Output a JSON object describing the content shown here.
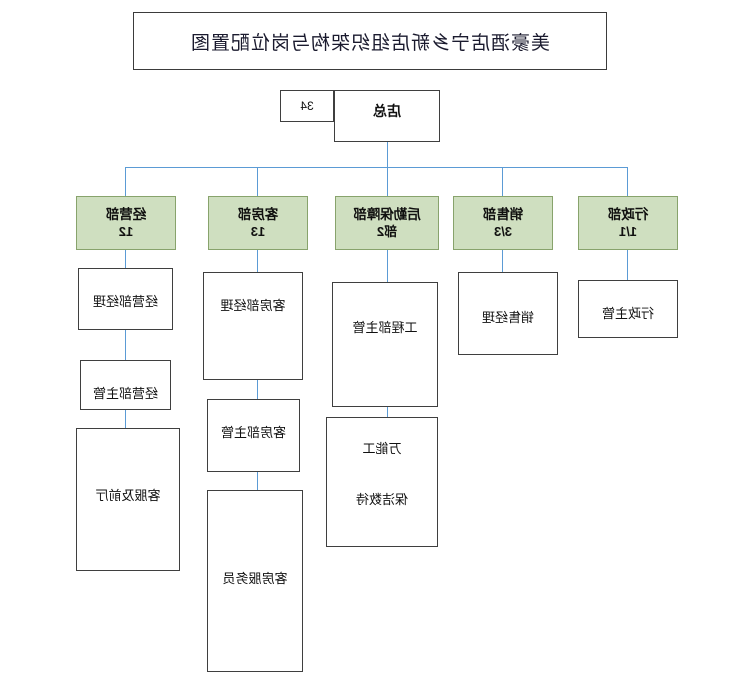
{
  "diagram": {
    "title": "美豪酒店宁乡新店组织架构与岗位配置图",
    "type": "org-chart",
    "root": {
      "label": "店总",
      "headcount": "34"
    },
    "departments": [
      {
        "name": "经营部",
        "headcount": "12",
        "positions": [
          "经营部经理",
          "经营部主管",
          "客服及前厅"
        ]
      },
      {
        "name": "客房部",
        "headcount": "13",
        "positions": [
          "客房部经理",
          "客房部主管",
          "客房服务员"
        ]
      },
      {
        "name": "后勤保障部",
        "headcount": "部2",
        "positions": [
          "工程部主管",
          "万能工",
          "保洁数待"
        ]
      },
      {
        "name": "销售部",
        "headcount": "3/3",
        "positions": [
          "销售经理"
        ]
      },
      {
        "name": "行政部",
        "headcount": "1/1",
        "positions": [
          "行政主管"
        ]
      }
    ],
    "colors": {
      "department_fill": "#cfdfc0",
      "department_border": "#88a36c",
      "connector": "#5b9bd5",
      "box_border": "#3f3f3f"
    }
  }
}
